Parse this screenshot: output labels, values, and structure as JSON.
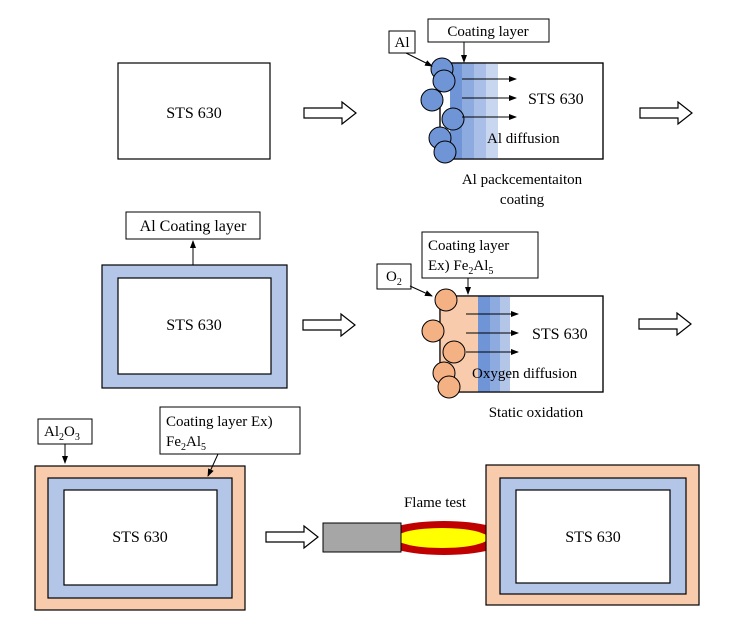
{
  "colors": {
    "coating_blue": "#b4c6e7",
    "coating_blue_dark": "#7f9fd9",
    "oxide_orange": "#f8cbad",
    "particle_blue": "#6f95d6",
    "particle_orange": "#f4b183",
    "flame_red": "#c00000",
    "flame_yellow": "#ffff00",
    "torch_gray": "#a6a6a6"
  },
  "stage1": {
    "substrate_label": "STS 630"
  },
  "stage2": {
    "al_label": "Al",
    "coating_layer_label": "Coating layer",
    "substrate_label": "STS 630",
    "diffusion_label": "Al diffusion",
    "caption_line1": "Al packcementaiton",
    "caption_line2": "coating"
  },
  "stage3": {
    "coating_label": "Al Coating layer",
    "substrate_label": "STS 630"
  },
  "stage4": {
    "o2_label": "O",
    "o2_sub": "2",
    "coating_line1": "Coating layer",
    "coating_line2_prefix": "Ex) Fe",
    "coating_line2_sub1": "2",
    "coating_line2_mid": "Al",
    "coating_line2_sub2": "5",
    "substrate_label": "STS 630",
    "diffusion_label": "Oxygen diffusion",
    "caption": "Static oxidation"
  },
  "stage5": {
    "al2o3_a": "Al",
    "al2o3_sub1": "2",
    "al2o3_b": "O",
    "al2o3_sub2": "3",
    "coating_line1": "Coating layer Ex)",
    "coating_line2_prefix": "Fe",
    "coating_line2_sub1": "2",
    "coating_line2_mid": "Al",
    "coating_line2_sub2": "5",
    "substrate_label": "STS 630"
  },
  "flame": {
    "label": "Flame test"
  },
  "stage6": {
    "substrate_label": "STS 630"
  }
}
